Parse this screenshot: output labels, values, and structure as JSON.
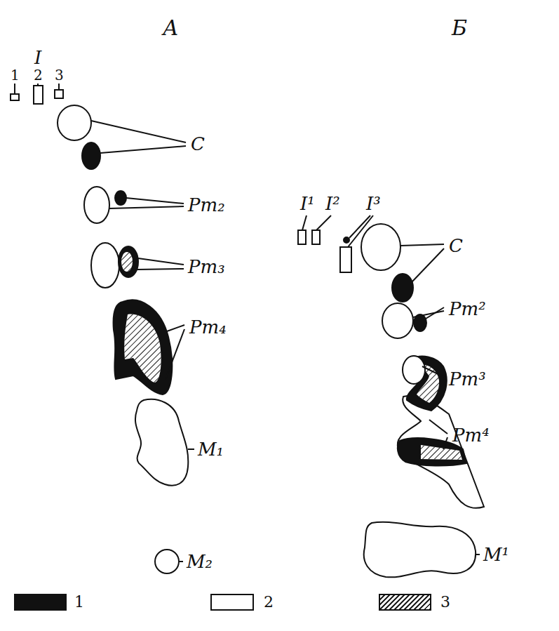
{
  "diagram": {
    "labels": [
      "А",
      "Б",
      "I",
      "1",
      "2",
      "3",
      "C",
      "Pm₂",
      "Pm₃",
      "Pm₄",
      "M₁",
      "M₂",
      "I¹",
      "I²",
      "I³",
      "C",
      "Pm²",
      "Pm³",
      "Pm⁴",
      "M¹"
    ],
    "legend": [
      {
        "text": "1",
        "color": "#111111"
      },
      {
        "text": "2",
        "color": "#ffffff"
      },
      {
        "text": "3"
      }
    ]
  }
}
